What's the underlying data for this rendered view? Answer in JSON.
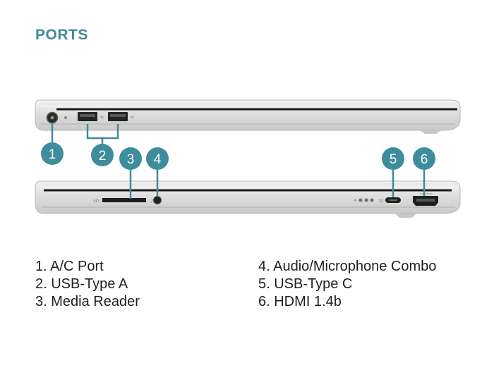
{
  "page": {
    "title": "PORTS"
  },
  "callouts": [
    "1",
    "2",
    "3",
    "4",
    "5",
    "6"
  ],
  "port_marks": {
    "card_slot": "SD"
  },
  "legend": {
    "left": [
      "1. A/C Port",
      "2. USB-Type A",
      "3. Media Reader"
    ],
    "right": [
      "4. Audio/Microphone Combo",
      "5. USB-Type C",
      "6. HDMI 1.4b"
    ]
  },
  "colors": {
    "accent": "#3f8c9c",
    "silver": "#d9d9d9",
    "port_dark": "#222222"
  }
}
